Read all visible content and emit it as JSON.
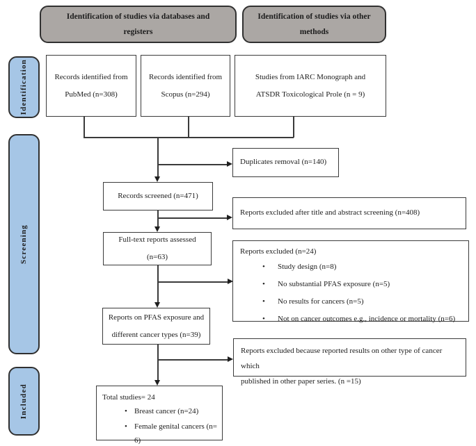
{
  "colors": {
    "stage_fill": "#A6C6E6",
    "header_fill": "#ABA7A4",
    "box_border": "#3a3a3a",
    "line": "#3a3a3a",
    "background": "#ffffff"
  },
  "bullet_char": "•",
  "headers": {
    "databases": {
      "line1": "Identification of studies via databases and",
      "line2": "registers"
    },
    "other": {
      "line1": "Identification of studies via other",
      "line2": "methods"
    }
  },
  "stages": {
    "identification": "Identification",
    "screening": "Screening",
    "included": "Included"
  },
  "flow": {
    "pubmed": {
      "line1": "Records identified from",
      "line2": "PubMed (n=308)"
    },
    "scopus": {
      "line1": "Records identified from",
      "line2": "Scopus (n=294)"
    },
    "iarc": {
      "line1": "Studies from IARC Monograph and",
      "line2": "ATSDR Toxicological Prole (n = 9)"
    },
    "records_screened": "Records screened (n=471)",
    "fulltext": {
      "line1": "Full-text reports assessed",
      "line2": "(n=63)"
    },
    "pfas": {
      "line1": "Reports on PFAS exposure and",
      "line2": "different cancer types (n=39)"
    },
    "total": {
      "title": "Total studies= 24",
      "bullets": [
        "Breast cancer (n=24)",
        "Female genital cancers (n= 6)"
      ]
    }
  },
  "exclusions": {
    "duplicates": "Duplicates removal (n=140)",
    "title_abstract": "Reports excluded after title and abstract screening (n=408)",
    "excluded_fulltext": {
      "title": "Reports excluded (n=24)",
      "bullets": [
        "Study design (n=8)",
        "No substantial PFAS exposure (n=5)",
        "No results for cancers (n=5)",
        "Not on cancer outcomes e.g., incidence or mortality (n=6)"
      ]
    },
    "other_cancer": {
      "line1": "Reports excluded because reported results on other type of cancer which",
      "line2": "published in other paper series. (n =15)"
    }
  }
}
